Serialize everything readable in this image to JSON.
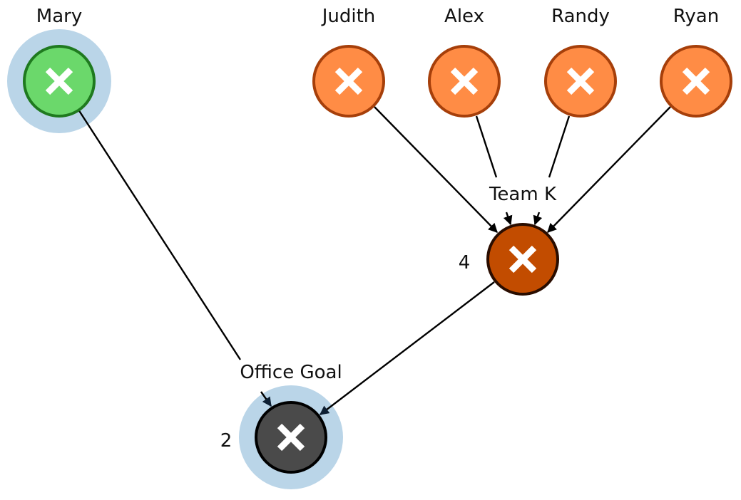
{
  "colors": {
    "halo": "#bad5e8",
    "member_fill": "#ff8c45",
    "member_stroke": "#a63f0a",
    "mary_fill": "#6bd86b",
    "mary_stroke": "#1f7a1f",
    "team_fill": "#c24c00",
    "team_stroke": "#2a0d00",
    "goal_fill": "#4a4a4a",
    "goal_stroke": "#000000",
    "arrow_head": "#0d1f33",
    "edge": "#000000"
  },
  "nodes": {
    "mary": {
      "label": "Mary",
      "icon": "close-icon"
    },
    "judith": {
      "label": "Judith",
      "icon": "close-icon"
    },
    "alex": {
      "label": "Alex",
      "icon": "close-icon"
    },
    "randy": {
      "label": "Randy",
      "icon": "close-icon"
    },
    "ryan": {
      "label": "Ryan",
      "icon": "close-icon"
    },
    "team": {
      "label": "Team K",
      "count": "4",
      "icon": "close-icon"
    },
    "goal": {
      "label": "Office Goal",
      "count": "2",
      "icon": "close-icon"
    }
  }
}
